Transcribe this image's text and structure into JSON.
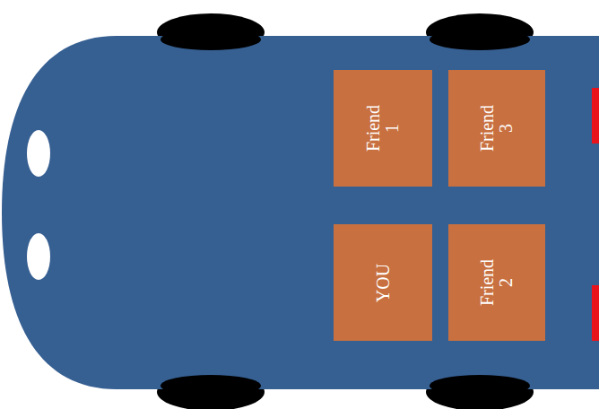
{
  "diagram": {
    "nodes": [
      {
        "text": [
          "Friend 1"
        ]
      },
      {
        "text": [
          "Friend 3"
        ]
      },
      {
        "text": [
          "YOU"
        ]
      },
      {
        "text": [
          "Friend 2"
        ]
      }
    ]
  }
}
